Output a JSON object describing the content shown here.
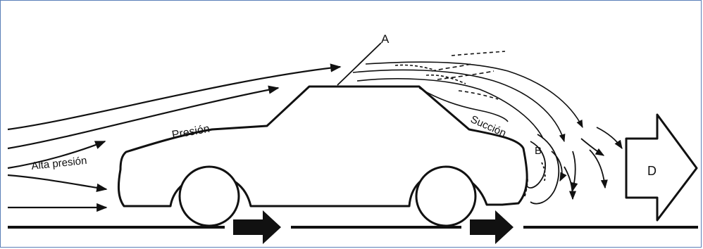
{
  "labels": {
    "a": "A",
    "presion": "Presión",
    "alta_presion": "Alta presión",
    "succion": "Succión",
    "b": "B",
    "d": "D"
  },
  "colors": {
    "border": "#5a7fb8",
    "ink": "#111111",
    "paper": "#ffffff"
  }
}
